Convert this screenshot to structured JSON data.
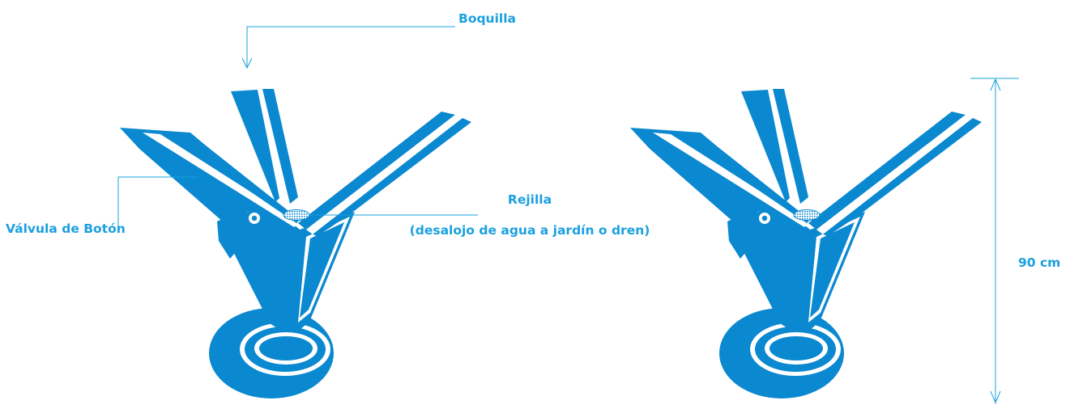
{
  "colors": {
    "fountain_blue": "#0a88d0",
    "label_cyan": "#1ba0e0",
    "background": "#ffffff"
  },
  "labels": {
    "nozzle": "Boquilla",
    "push_valve": "Válvula de Botón",
    "grate_title": "Rejilla",
    "grate_subtitle": "(desalojo de agua a jardín o dren)",
    "height": "90 cm"
  }
}
